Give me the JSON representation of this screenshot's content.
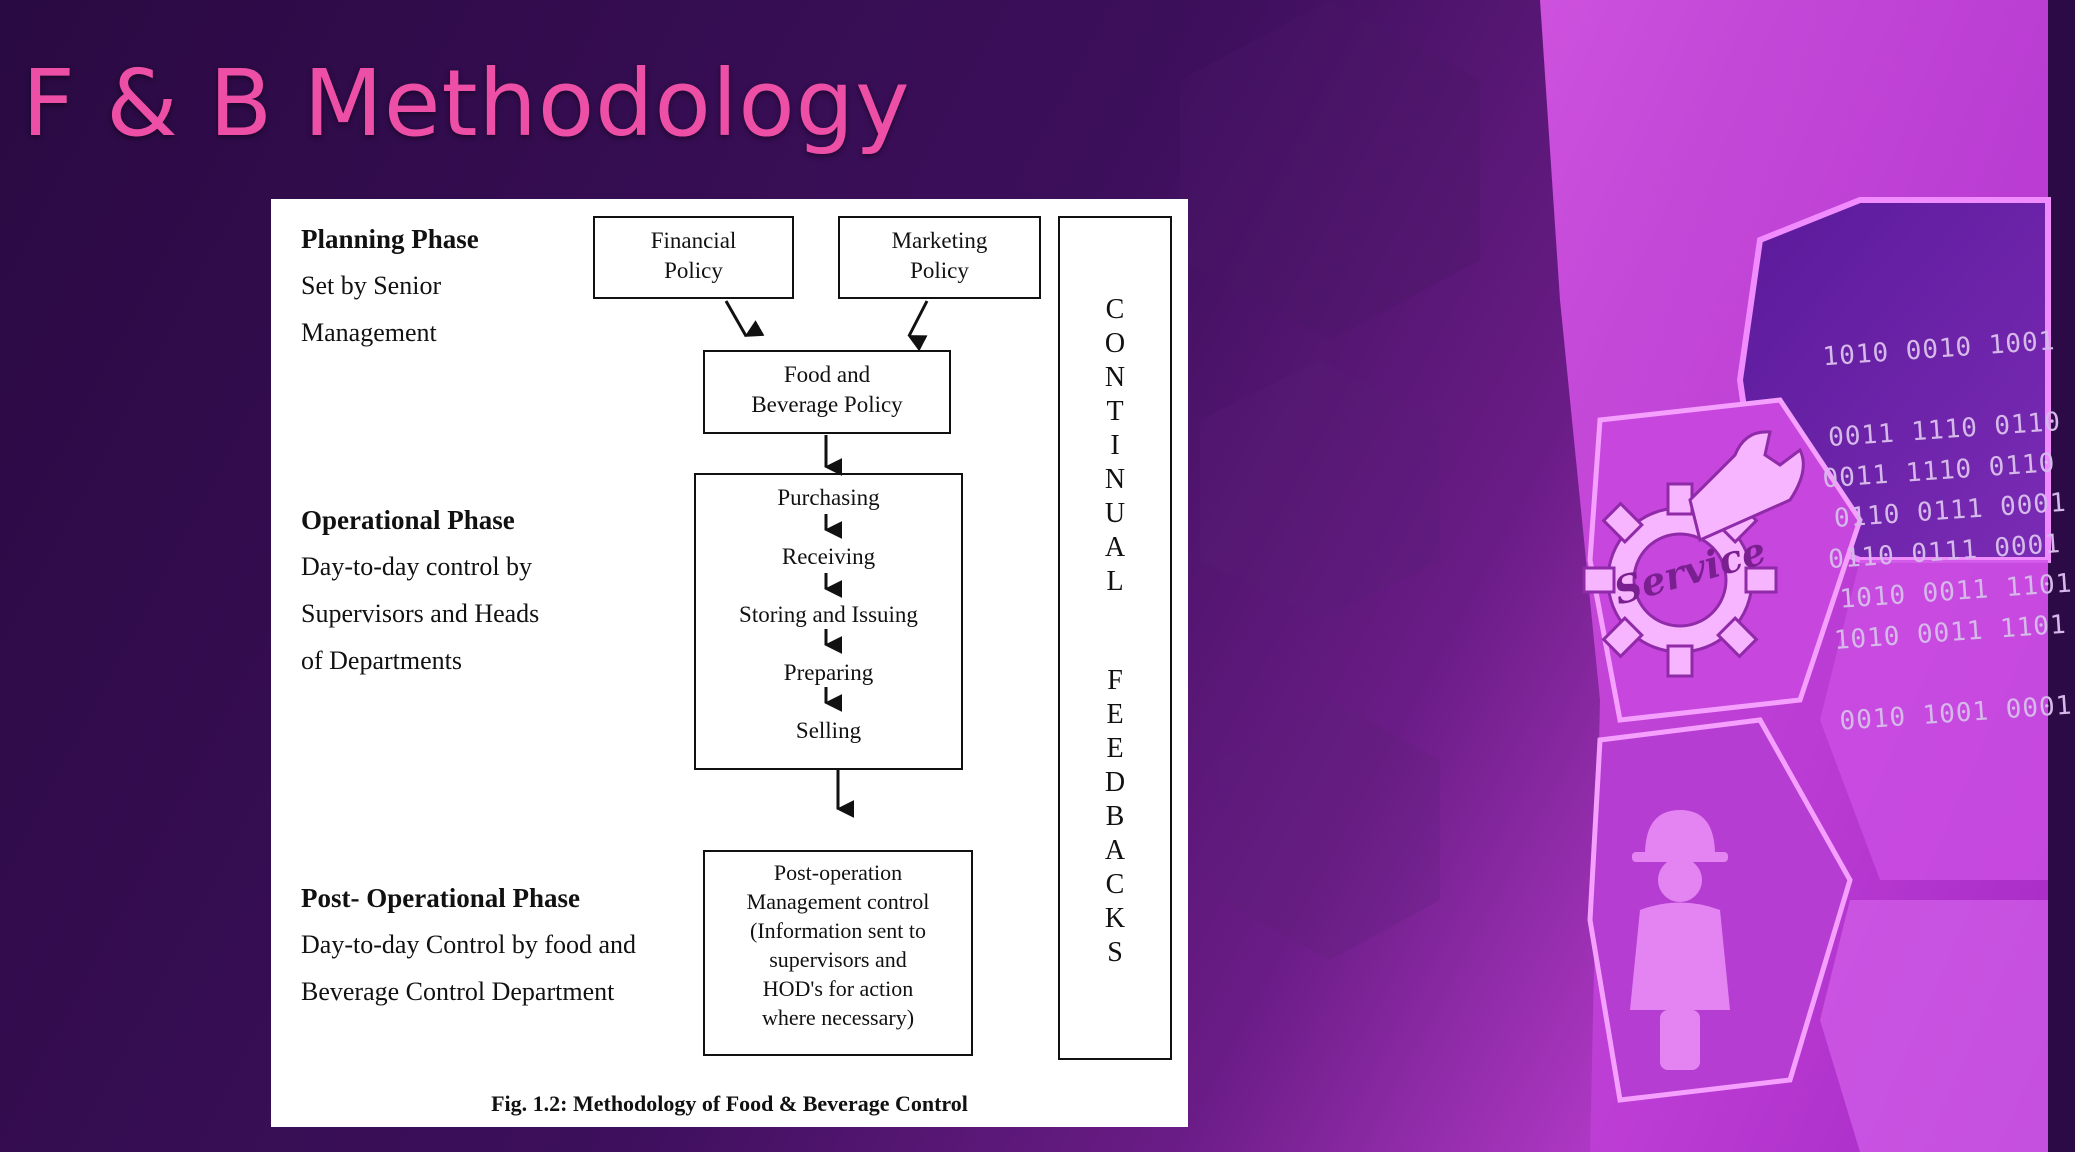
{
  "slide": {
    "title": "F & B Methodology"
  },
  "phases": {
    "planning": {
      "title": "Planning Phase",
      "lines": [
        "Set by Senior",
        "Management"
      ]
    },
    "operational": {
      "title": "Operational Phase",
      "lines": [
        "Day-to-day control by",
        "Supervisors and Heads",
        "of Departments"
      ]
    },
    "post": {
      "title": "Post- Operational Phase",
      "lines": [
        "Day-to-day Control by food and",
        "Beverage  Control Department"
      ]
    }
  },
  "boxes": {
    "financial": [
      "Financial",
      "Policy"
    ],
    "marketing": [
      "Marketing",
      "Policy"
    ],
    "fb_policy": [
      "Food and",
      "Beverage Policy"
    ],
    "operations": [
      "Purchasing",
      "Receiving",
      "Storing and Issuing",
      "Preparing",
      "Selling"
    ],
    "post_operation": [
      "Post-operation",
      "Management control",
      "(Information sent to",
      "supervisors and",
      "HOD's for action",
      "where necessary)"
    ]
  },
  "feedback": {
    "word1": "CONTINUAL",
    "word2": "FEEDBACKS"
  },
  "caption": "Fig. 1.2: Methodology of Food & Beverage Control",
  "decor": {
    "binary_block_1": [
      "1010 0010 1001",
      "0011 1110 0110",
      "0110 0111 0001",
      "1010 0011 1101"
    ],
    "binary_block_2": [
      "0011 1110 0110",
      "0110 0111 0001",
      "1010 0011 1101",
      "0010 1001 0001"
    ],
    "service_label": "Service",
    "icons": [
      "gear-wrench-icon",
      "worker-icon"
    ],
    "colors": {
      "title": "#ee4fa6",
      "background": "#2c0a45",
      "accent": "#d63ce0"
    }
  }
}
